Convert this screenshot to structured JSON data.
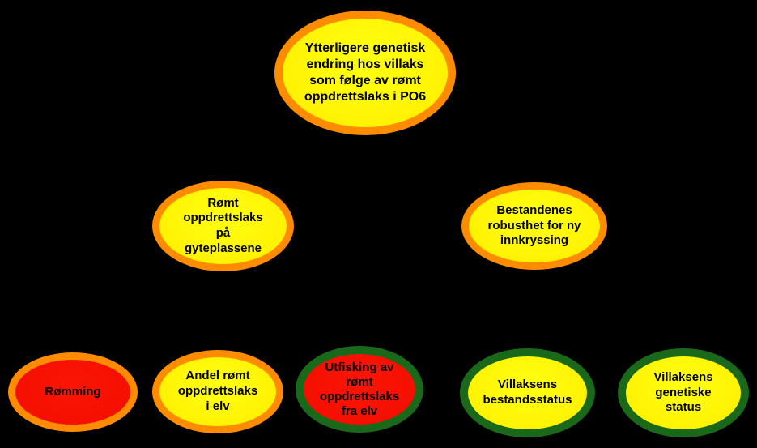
{
  "diagram": {
    "background_color": "#000000",
    "text_color": "#000000",
    "colors": {
      "orange_border": "#FF8C00",
      "green_border": "#1A691A",
      "yellow_fill": "#FFF200",
      "red_fill": "#F51000"
    },
    "nodes": [
      {
        "id": "goal-top",
        "label": "Ytterligere genetisk\nendring hos villaks\nsom følge av rømt\noppdrettslaks i PO6",
        "fill": "yellow",
        "border": "orange"
      },
      {
        "id": "romt-oppdrettslaks-gyteplassene",
        "label": "Rømt\noppdrettslaks\npå\ngyteplassene",
        "fill": "yellow",
        "border": "orange"
      },
      {
        "id": "bestandenes-robusthet",
        "label": "Bestandenes\nrobusthet for ny\ninnkryssing",
        "fill": "yellow",
        "border": "orange"
      },
      {
        "id": "romming",
        "label": "Rømming",
        "fill": "red",
        "border": "orange"
      },
      {
        "id": "andel-romt-i-elv",
        "label": "Andel rømt\noppdrettslaks\ni elv",
        "fill": "yellow",
        "border": "orange"
      },
      {
        "id": "utfisking-fra-elv",
        "label": "Utfisking av\nrømt\noppdrettslaks\nfra elv",
        "fill": "red",
        "border": "green"
      },
      {
        "id": "villaksens-bestandsstatus",
        "label": "Villaksens\nbestandsstatus",
        "fill": "yellow",
        "border": "green"
      },
      {
        "id": "villaksens-genetiske-status",
        "label": "Villaksens\ngenetiske\nstatus",
        "fill": "yellow",
        "border": "green"
      }
    ]
  }
}
